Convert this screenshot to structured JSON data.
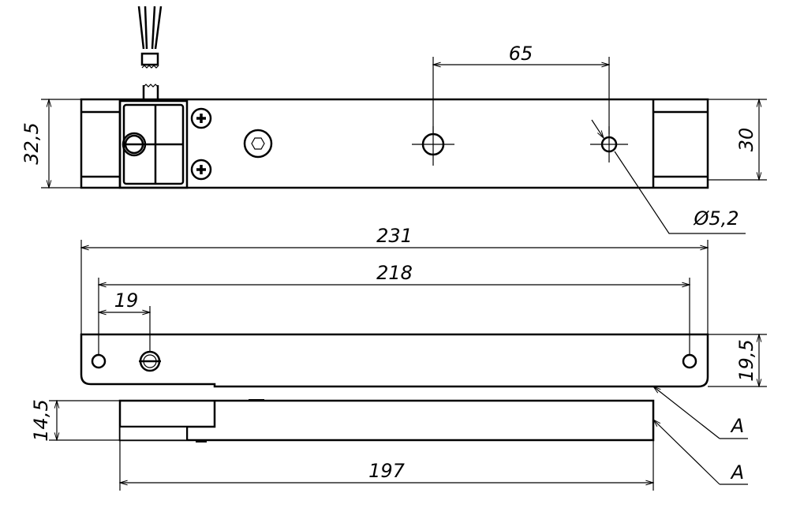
{
  "drawing": {
    "top_view": {
      "dim_hole_spacing": "65",
      "dim_height_left": "32,5",
      "dim_height_right": "30",
      "dim_hole_diameter": "Ø5,2"
    },
    "side_view": {
      "dim_total_length": "231",
      "dim_mount_spacing": "218",
      "dim_offset": "19",
      "dim_height": "19,5"
    },
    "armature_view": {
      "dim_height": "14,5",
      "dim_length": "197"
    },
    "callouts": [
      "A",
      "A"
    ]
  }
}
